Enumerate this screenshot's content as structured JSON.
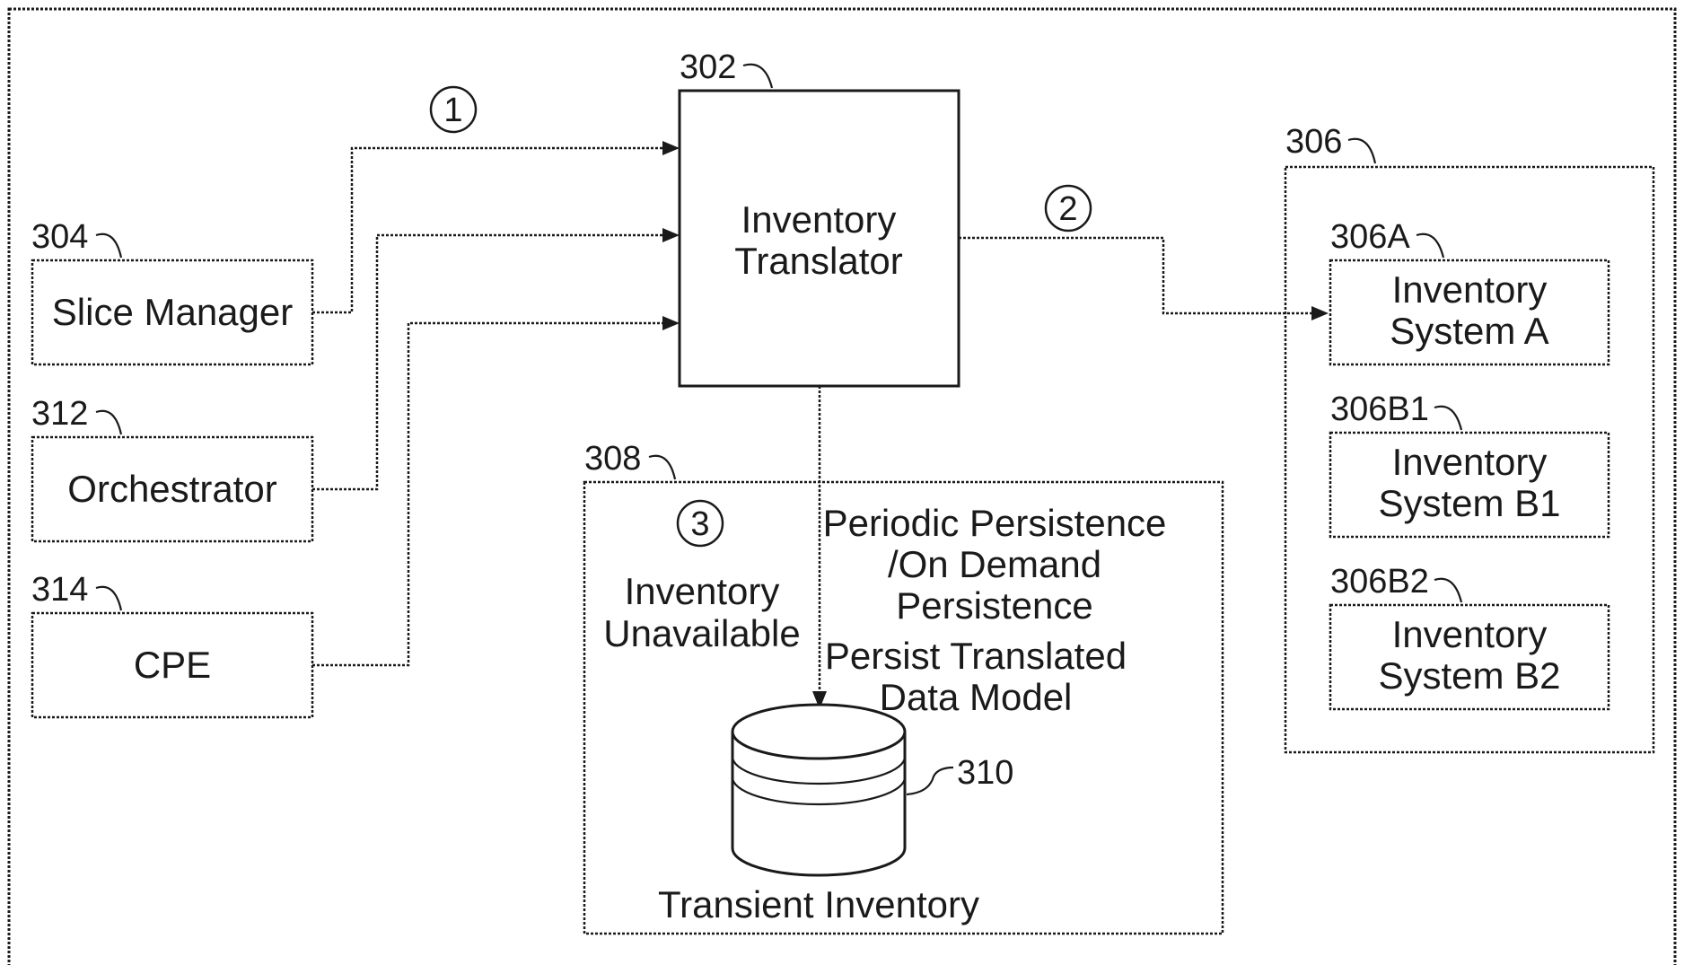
{
  "nodes": {
    "slice_manager": {
      "ref": "304",
      "label": "Slice Manager"
    },
    "orchestrator": {
      "ref": "312",
      "label": "Orchestrator"
    },
    "cpe": {
      "ref": "314",
      "label": "CPE"
    },
    "inventory_translator": {
      "ref": "302",
      "label_line1": "Inventory",
      "label_line2": "Translator"
    },
    "inventory_systems_group": {
      "ref": "306"
    },
    "inventory_system_a": {
      "ref": "306A",
      "label_line1": "Inventory",
      "label_line2": "System A"
    },
    "inventory_system_b1": {
      "ref": "306B1",
      "label_line1": "Inventory",
      "label_line2": "System B1"
    },
    "inventory_system_b2": {
      "ref": "306B2",
      "label_line1": "Inventory",
      "label_line2": "System B2"
    },
    "persistence_group": {
      "ref": "308",
      "unavailable_line1": "Inventory",
      "unavailable_line2": "Unavailable",
      "persistence_line1": "Periodic Persistence",
      "persistence_line2": "/On Demand",
      "persistence_line3": "Persistence",
      "persist_line1": "Persist Translated",
      "persist_line2": "Data Model"
    },
    "transient_inventory": {
      "ref": "310",
      "label": "Transient Inventory"
    }
  },
  "steps": {
    "one": "1",
    "two": "2",
    "three": "3"
  }
}
